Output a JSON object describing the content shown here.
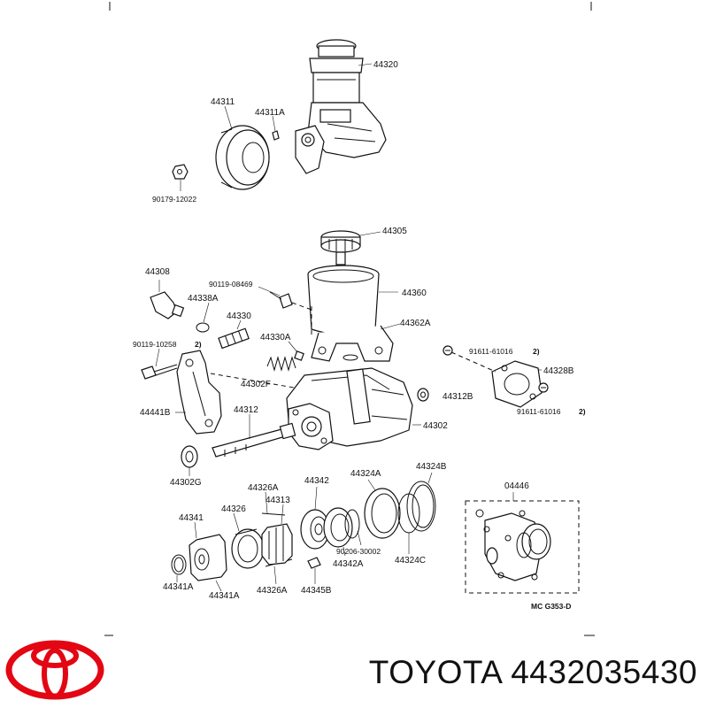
{
  "diagram": {
    "labels": {
      "p44320": "44320",
      "p44311": "44311",
      "p44311A": "44311A",
      "p90179_12022": "90179-12022",
      "p44305": "44305",
      "p44308": "44308",
      "p90119_08469": "90119-08469",
      "p44338A": "44338A",
      "p44360": "44360",
      "p44330": "44330",
      "p44362A": "44362A",
      "p90119_10258": "90119-10258",
      "p44330A": "44330A",
      "p91611_61016_a": "91611-61016",
      "p44328B": "44328B",
      "p44302F": "44302F",
      "p44312B": "44312B",
      "p91611_61016_b": "91611-61016",
      "p44441B": "44441B",
      "p44312": "44312",
      "p44302": "44302",
      "p44302G": "44302G",
      "p44326A_top": "44326A",
      "p44342": "44342",
      "p44324A": "44324A",
      "p44324B": "44324B",
      "p44313": "44313",
      "p04446": "04446",
      "p44341": "44341",
      "p44326": "44326",
      "p90206_30002": "90206-30002",
      "p44342A": "44342A",
      "p44324C": "44324C",
      "p44341A_left": "44341A",
      "p44341A_mid": "44341A",
      "p44326A_bot": "44326A",
      "p44345B": "44345B",
      "note2_a": "2)",
      "note2_b": "2)",
      "note2_c": "2)",
      "code": "MC  G353-D"
    }
  },
  "brand": {
    "name": "TOYOTA",
    "part_number": "4432035430",
    "logo_color": "#e30613"
  }
}
